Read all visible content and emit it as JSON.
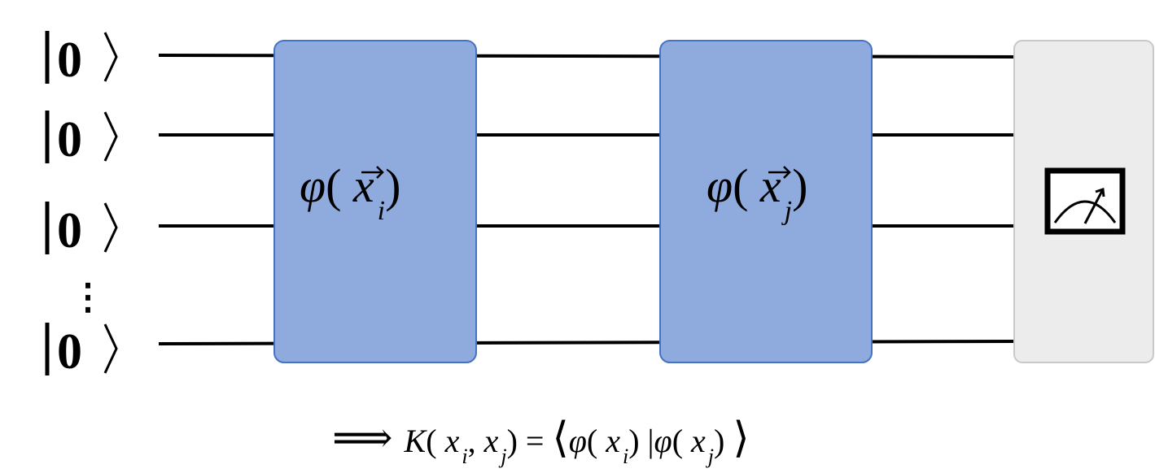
{
  "qubits": [
    {
      "state": "0"
    },
    {
      "state": "0"
    },
    {
      "state": "0"
    },
    {
      "state": "0"
    }
  ],
  "ellipsis": "⋮",
  "gates": [
    {
      "func": "φ",
      "var": "x",
      "sub": "i"
    },
    {
      "func": "φ",
      "var": "x",
      "sub": "j"
    }
  ],
  "measurement": {
    "icon": "meter-icon"
  },
  "formula": {
    "implies": "⟹",
    "kernel": "K",
    "var": "x",
    "sub_i": "i",
    "sub_j": "j",
    "func": "φ"
  },
  "colors": {
    "gate_fill": "#8faadc",
    "gate_stroke": "#4472c4",
    "measure_fill": "#ececec",
    "measure_stroke": "#c8c8c8",
    "wire": "#000000"
  }
}
